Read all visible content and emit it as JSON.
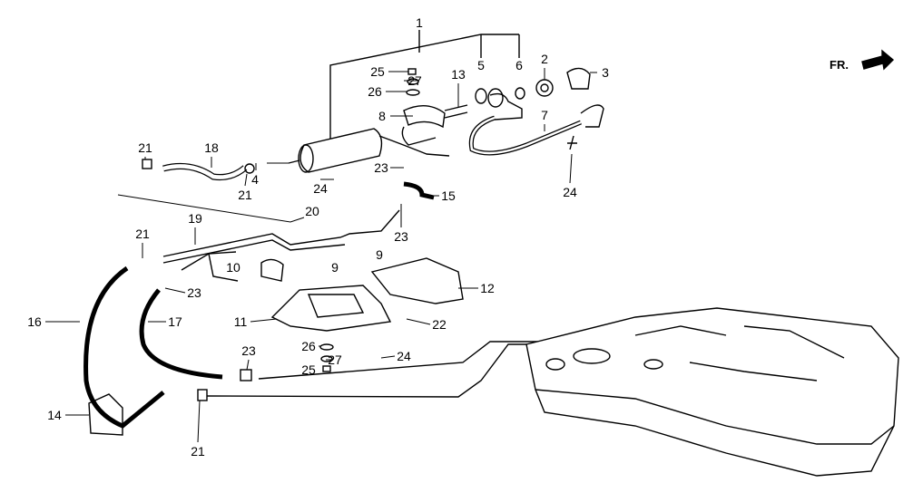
{
  "direction_marker": {
    "label": "FR.",
    "icon": "arrow-right-icon"
  },
  "callouts": [
    "1",
    "2",
    "3",
    "4",
    "5",
    "6",
    "7",
    "8",
    "9",
    "9",
    "10",
    "11",
    "12",
    "13",
    "14",
    "15",
    "16",
    "17",
    "18",
    "19",
    "20",
    "21",
    "21",
    "21",
    "21",
    "22",
    "23",
    "23",
    "23",
    "23",
    "24",
    "24",
    "24",
    "25",
    "25",
    "26",
    "26",
    "27",
    "27"
  ],
  "colors": {
    "ink": "#000000",
    "paper": "#ffffff"
  }
}
